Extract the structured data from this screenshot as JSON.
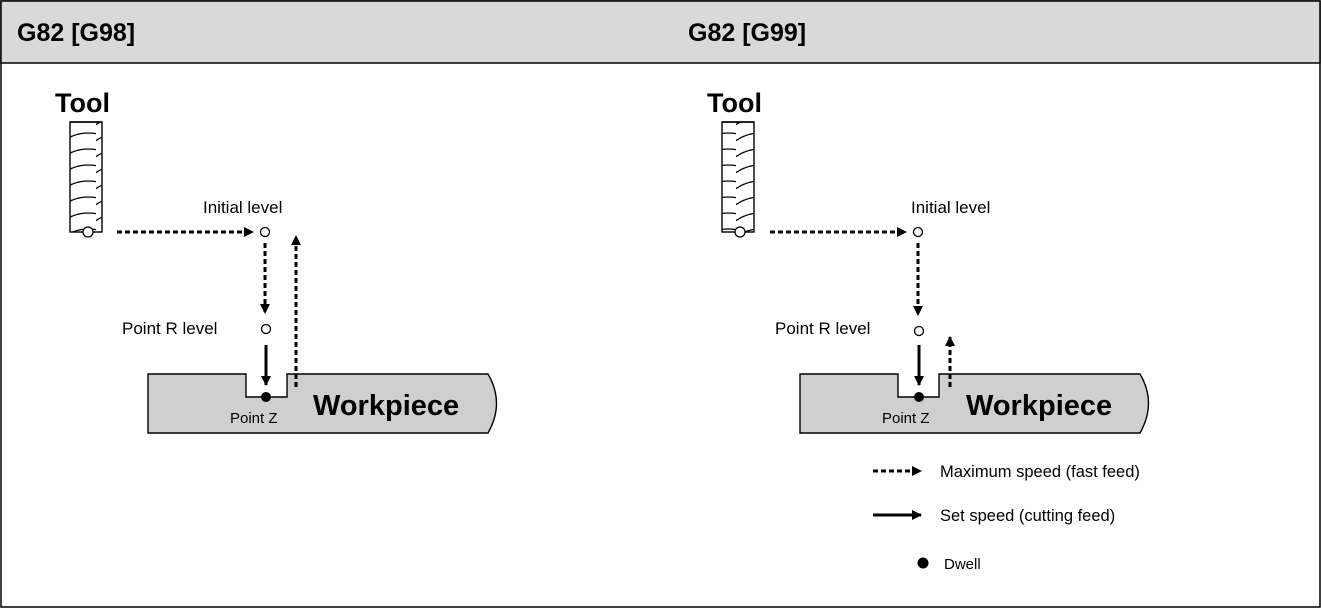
{
  "panels": [
    {
      "title": "G82  [G98]",
      "tool_label": "Tool",
      "initial_level_label": "Initial level",
      "point_r_label": "Point R level",
      "point_z_label": "Point Z",
      "workpiece_label": "Workpiece"
    },
    {
      "title": "G82  [G99]",
      "tool_label": "Tool",
      "initial_level_label": "Initial level",
      "point_r_label": "Point R level",
      "point_z_label": "Point Z",
      "workpiece_label": "Workpiece"
    }
  ],
  "legend": {
    "fast_feed": "Maximum speed (fast feed)",
    "cutting_feed": "Set speed (cutting feed)",
    "dwell": "Dwell"
  },
  "colors": {
    "header_bg": "#d9d9d9",
    "workpiece_fill": "#cfcfcf",
    "line": "#000000"
  }
}
